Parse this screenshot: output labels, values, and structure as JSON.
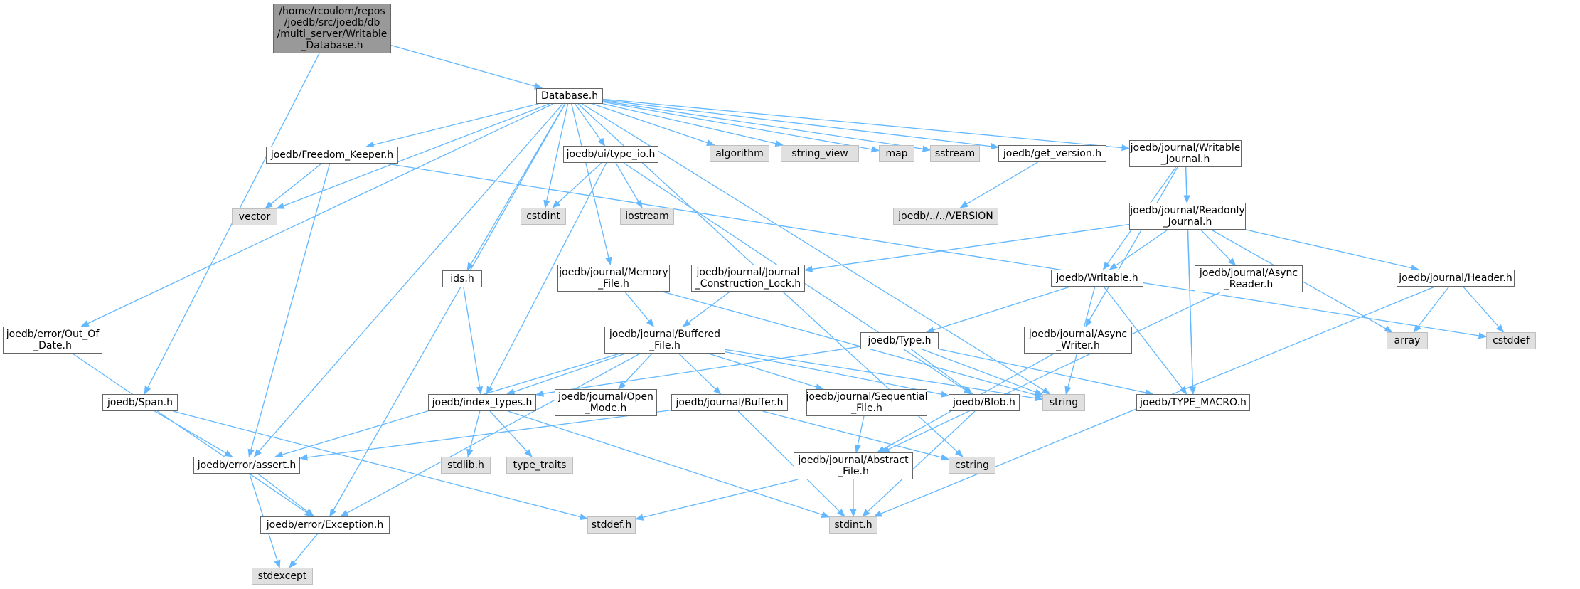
{
  "colors": {
    "edge": "#63b8ff",
    "node_border": "#666666",
    "system_fill": "#e0e0e0",
    "root_fill": "#999999"
  },
  "nodes": {
    "root": "/home/rcoulom/repos\n/joedb/src/joedb/db\n/multi_server/Writable\n_Database.h",
    "database": "Database.h",
    "span": "joedb/Span.h",
    "out_of_date": "joedb/error/Out_Of\n_Date.h",
    "freedom_keeper": "joedb/Freedom_Keeper.h",
    "vector": "vector",
    "ui_type_io": "joedb/ui/type_io.h",
    "cstdint": "cstdint",
    "iostream": "iostream",
    "algorithm": "algorithm",
    "string_view": "string_view",
    "map": "map",
    "sstream": "sstream",
    "get_version": "joedb/get_version.h",
    "version": "joedb/../../VERSION",
    "writable_journal": "joedb/journal/Writable\n_Journal.h",
    "readonly_journal": "joedb/journal/Readonly\n_Journal.h",
    "ids": "ids.h",
    "memory_file": "joedb/journal/Memory\n_File.h",
    "journal_construction_lock": "joedb/journal/Journal\n_Construction_Lock.h",
    "writable": "joedb/Writable.h",
    "async_reader": "joedb/journal/Async\n_Reader.h",
    "header": "joedb/journal/Header.h",
    "buffered_file": "joedb/journal/Buffered\n_File.h",
    "type": "joedb/Type.h",
    "async_writer": "joedb/journal/Async\n_Writer.h",
    "array": "array",
    "cstddef": "cstddef",
    "index_types": "joedb/index_types.h",
    "open_mode": "joedb/journal/Open\n_Mode.h",
    "buffer": "joedb/journal/Buffer.h",
    "sequential_file": "joedb/journal/Sequential\n_File.h",
    "blob": "joedb/Blob.h",
    "string": "string",
    "type_macro": "joedb/TYPE_MACRO.h",
    "assert": "joedb/error/assert.h",
    "stdlib": "stdlib.h",
    "type_traits": "type_traits",
    "abstract_file": "joedb/journal/Abstract\n_File.h",
    "cstring": "cstring",
    "exception": "joedb/error/Exception.h",
    "stddef": "stddef.h",
    "stdint": "stdint.h",
    "stdexcept": "stdexcept"
  },
  "edges": [
    [
      "root",
      "database"
    ],
    [
      "root",
      "span"
    ],
    [
      "database",
      "out_of_date"
    ],
    [
      "database",
      "freedom_keeper"
    ],
    [
      "database",
      "vector"
    ],
    [
      "database",
      "ui_type_io"
    ],
    [
      "database",
      "cstdint"
    ],
    [
      "database",
      "algorithm"
    ],
    [
      "database",
      "string_view"
    ],
    [
      "database",
      "map"
    ],
    [
      "database",
      "sstream"
    ],
    [
      "database",
      "get_version"
    ],
    [
      "database",
      "writable_journal"
    ],
    [
      "database",
      "ids"
    ],
    [
      "database",
      "memory_file"
    ],
    [
      "database",
      "assert"
    ],
    [
      "database",
      "exception"
    ],
    [
      "database",
      "string"
    ],
    [
      "database",
      "cstring"
    ],
    [
      "freedom_keeper",
      "vector"
    ],
    [
      "freedom_keeper",
      "assert"
    ],
    [
      "freedom_keeper",
      "cstddef"
    ],
    [
      "ui_type_io",
      "cstdint"
    ],
    [
      "ui_type_io",
      "iostream"
    ],
    [
      "ui_type_io",
      "index_types"
    ],
    [
      "ui_type_io",
      "blob"
    ],
    [
      "get_version",
      "version"
    ],
    [
      "writable_journal",
      "readonly_journal"
    ],
    [
      "writable_journal",
      "writable"
    ],
    [
      "writable_journal",
      "async_writer"
    ],
    [
      "writable_journal",
      "type_macro"
    ],
    [
      "readonly_journal",
      "journal_construction_lock"
    ],
    [
      "readonly_journal",
      "writable"
    ],
    [
      "readonly_journal",
      "async_reader"
    ],
    [
      "readonly_journal",
      "header"
    ],
    [
      "readonly_journal",
      "array"
    ],
    [
      "readonly_journal",
      "type_macro"
    ],
    [
      "ids",
      "index_types"
    ],
    [
      "memory_file",
      "buffered_file"
    ],
    [
      "memory_file",
      "string"
    ],
    [
      "journal_construction_lock",
      "buffered_file"
    ],
    [
      "writable",
      "type"
    ],
    [
      "writable",
      "type_macro"
    ],
    [
      "writable",
      "string"
    ],
    [
      "async_reader",
      "abstract_file"
    ],
    [
      "header",
      "array"
    ],
    [
      "header",
      "cstddef"
    ],
    [
      "header",
      "stdint"
    ],
    [
      "buffered_file",
      "index_types"
    ],
    [
      "buffered_file",
      "open_mode"
    ],
    [
      "buffered_file",
      "buffer"
    ],
    [
      "buffered_file",
      "sequential_file"
    ],
    [
      "buffered_file",
      "blob"
    ],
    [
      "buffered_file",
      "string"
    ],
    [
      "buffered_file",
      "assert"
    ],
    [
      "buffered_file",
      "exception"
    ],
    [
      "type",
      "index_types"
    ],
    [
      "type",
      "blob"
    ],
    [
      "type",
      "string"
    ],
    [
      "type",
      "type_macro"
    ],
    [
      "async_writer",
      "abstract_file"
    ],
    [
      "out_of_date",
      "exception"
    ],
    [
      "span",
      "assert"
    ],
    [
      "span",
      "stddef"
    ],
    [
      "index_types",
      "stdlib"
    ],
    [
      "index_types",
      "type_traits"
    ],
    [
      "index_types",
      "stdint"
    ],
    [
      "buffer",
      "assert"
    ],
    [
      "buffer",
      "stdint"
    ],
    [
      "buffer",
      "cstring"
    ],
    [
      "sequential_file",
      "abstract_file"
    ],
    [
      "blob",
      "stdint"
    ],
    [
      "assert",
      "exception"
    ],
    [
      "assert",
      "stdexcept"
    ],
    [
      "abstract_file",
      "stddef"
    ],
    [
      "abstract_file",
      "stdint"
    ],
    [
      "exception",
      "stdexcept"
    ]
  ]
}
